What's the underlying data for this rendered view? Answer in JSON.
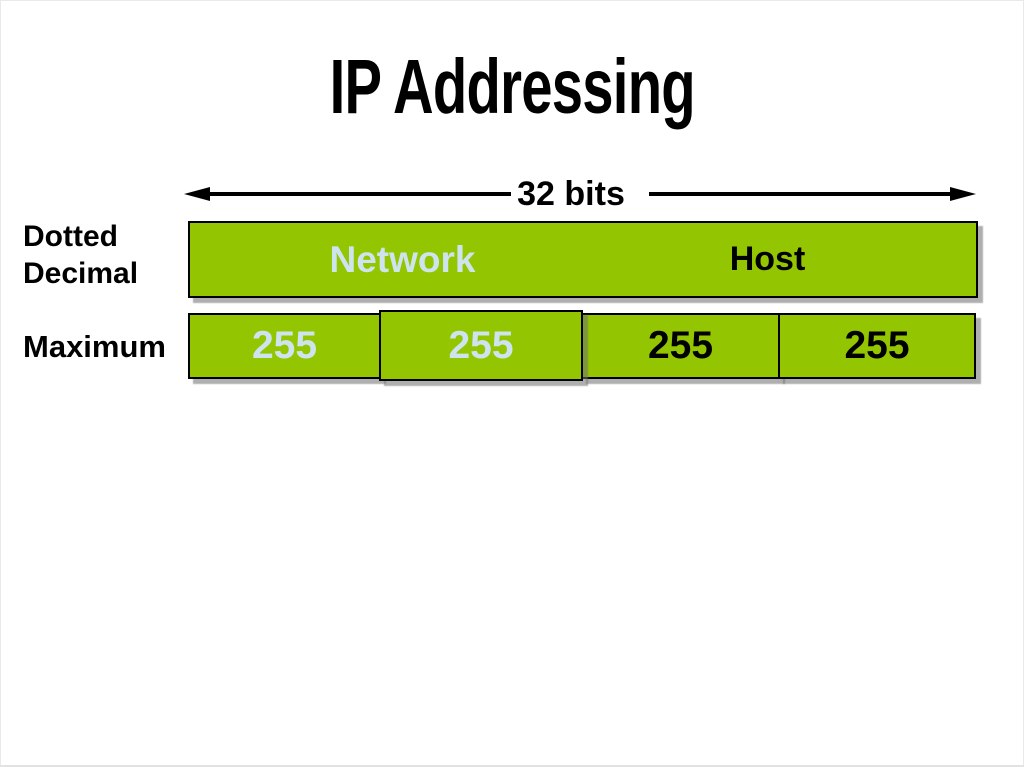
{
  "title": "IP Addressing",
  "bits_arrow": {
    "label": "32 bits"
  },
  "dotted_decimal_row": {
    "label_line1": "Dotted",
    "label_line2": "Decimal",
    "segments": [
      {
        "text": "Network",
        "text_color": "#CDE4EF"
      },
      {
        "text": "Host",
        "text_color": "#000000"
      }
    ]
  },
  "maximum_row": {
    "label": "Maximum",
    "cells": [
      {
        "value": "255",
        "text_color": "#CDE4EF"
      },
      {
        "value": "255",
        "text_color": "#CDE4EF"
      },
      {
        "value": "255",
        "text_color": "#000000"
      },
      {
        "value": "255",
        "text_color": "#000000"
      }
    ]
  },
  "colors": {
    "bar_green": "#94C501",
    "border_black": "#000000",
    "pale_blue_text": "#CDE4EF",
    "shadow_gray": "#6E6E6E"
  }
}
